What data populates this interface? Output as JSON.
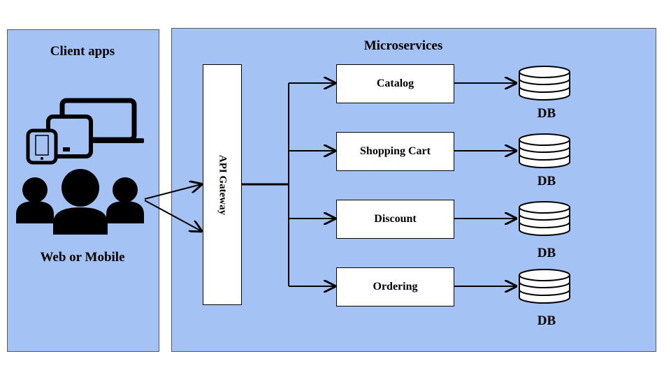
{
  "client": {
    "title": "Client apps",
    "subtitle": "Web or Mobile",
    "icons": [
      "laptop-icon",
      "tablet-icon",
      "phone-icon",
      "users-icon"
    ]
  },
  "microservices": {
    "title": "Microservices",
    "gateway_label": "API Gateway",
    "services": [
      {
        "name": "Catalog",
        "db": "DB"
      },
      {
        "name": "Shopping Cart",
        "db": "DB"
      },
      {
        "name": "Discount",
        "db": "DB"
      },
      {
        "name": "Ordering",
        "db": "DB"
      }
    ]
  },
  "colors": {
    "panel_fill": "#a4c2f4",
    "panel_border": "#595959",
    "box_fill": "#ffffff",
    "stroke": "#000000"
  }
}
